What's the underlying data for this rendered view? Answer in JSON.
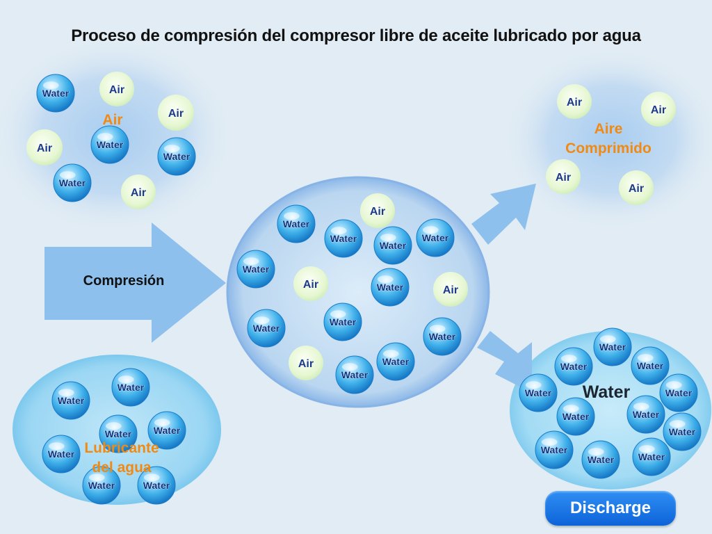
{
  "title": "Proceso de compresión del compresor libre de aceite lubricado por agua",
  "labels": {
    "air_group": "Air",
    "compression": "Compresión",
    "compressed_air_line1": "Aire",
    "compressed_air_line2": "Comprimido",
    "water_lubricant_line1": "Lubricante",
    "water_lubricant_line2": "del agua",
    "water_discharge": "Water"
  },
  "bubble_text": {
    "water": "Water",
    "air": "Air"
  },
  "button": {
    "discharge": "Discharge"
  },
  "colors": {
    "background": "#e1ecf4",
    "accent_orange": "#f08a14",
    "water_bubble": "#3fb0ea",
    "air_bubble": "#e8f8d4",
    "bubble_text": "#1d3a8c",
    "arrow": "#8ec0ee",
    "discharge_button": "#1a73e8"
  }
}
